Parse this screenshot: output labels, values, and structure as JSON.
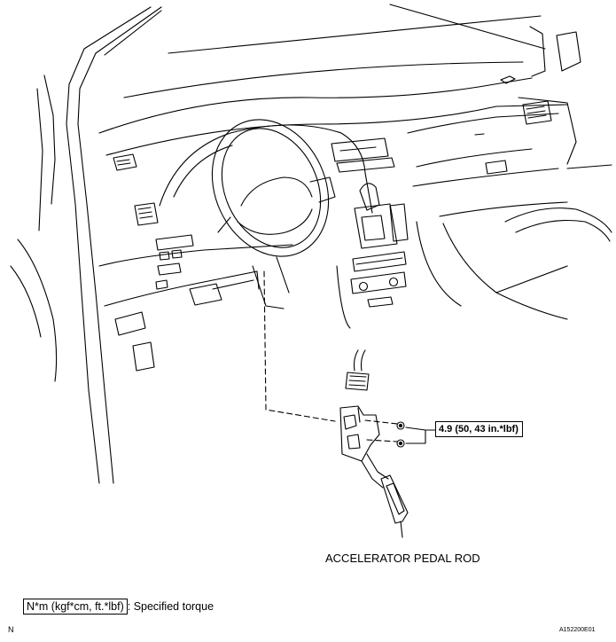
{
  "labels": {
    "torque_spec": "4.9 (50, 43 in.*lbf)",
    "part_name": "ACCELERATOR PEDAL ROD"
  },
  "legend": {
    "unit_box": "N*m (kgf*cm, ft.*lbf)",
    "description": ": Specified torque"
  },
  "footer": {
    "corner_letter": "N",
    "figure_code": "A152200E01"
  }
}
